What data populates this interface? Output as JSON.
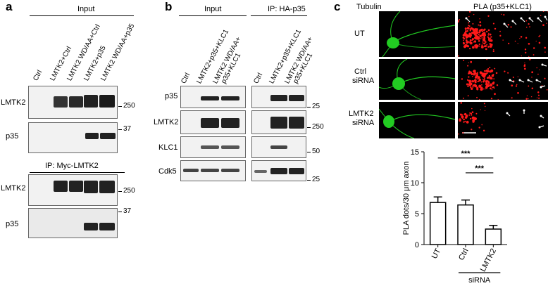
{
  "panel_a": {
    "letter": "a",
    "input_header": "Input",
    "ip_header": "IP: Myc-LMTK2",
    "lanes": [
      "Ctrl",
      "LMTK2+Ctrl",
      "LMTK2 WD/AA+Ctrl",
      "LMTK2+p35",
      "LMTK2 WD/AA+p35"
    ],
    "rows": [
      "LMTK2",
      "p35",
      "LMTK2",
      "p35"
    ],
    "markers": [
      "250",
      "37",
      "250",
      "37"
    ]
  },
  "panel_b": {
    "letter": "b",
    "input_header": "Input",
    "ip_header": "IP: HA-p35",
    "lanes": [
      "Ctrl",
      "LMTK2+p35+KLC1",
      "LMTK2 WD/AA+",
      "p35+KLC1"
    ],
    "rows": [
      "p35",
      "LMTK2",
      "KLC1",
      "Cdk5"
    ],
    "markers": [
      "25",
      "250",
      "50",
      "25"
    ]
  },
  "panel_c": {
    "letter": "c",
    "col_tubulin": "Tubulin",
    "col_pla": "PLA (p35+KLC1)",
    "rows": [
      {
        "label_1": "UT",
        "label_2": ""
      },
      {
        "label_1": "Ctrl",
        "label_2": "siRNA"
      },
      {
        "label_1": "LMTK2",
        "label_2": "siRNA"
      }
    ],
    "colors": {
      "tubulin": "#22cc22",
      "pla": "#ff1a1a",
      "background": "#000000"
    }
  },
  "chart_data": {
    "type": "bar",
    "categories": [
      "UT",
      "Ctrl",
      "LMTK2"
    ],
    "values": [
      6.8,
      6.4,
      2.5
    ],
    "errors": [
      0.9,
      0.8,
      0.6
    ],
    "ylabel": "PLA dots/30 μm axon",
    "ylim": [
      0,
      15
    ],
    "yticks": [
      "0",
      "5",
      "10",
      "15"
    ],
    "group_label": "siRNA",
    "significance": [
      {
        "from": 0,
        "to": 2,
        "label": "***"
      },
      {
        "from": 1,
        "to": 2,
        "label": "***"
      }
    ]
  }
}
